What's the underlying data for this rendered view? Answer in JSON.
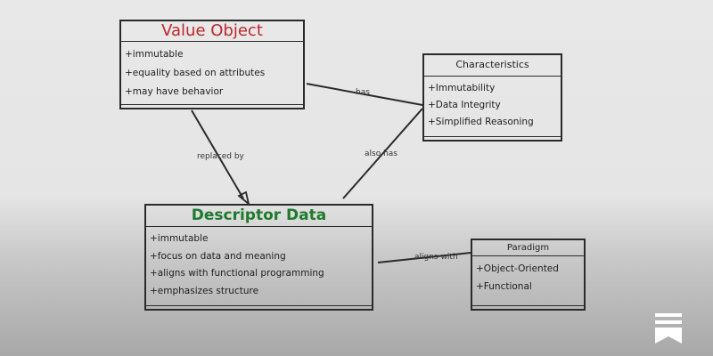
{
  "classes": {
    "value_object": {
      "name": "Value Object",
      "attributes": [
        "+immutable",
        "+equality based on attributes",
        "+may have behavior"
      ]
    },
    "characteristics": {
      "name": "Characteristics",
      "attributes": [
        "+Immutability",
        "+Data Integrity",
        "+Simplified Reasoning"
      ]
    },
    "descriptor_data": {
      "name": "Descriptor Data",
      "attributes": [
        "+immutable",
        "+focus on data and meaning",
        "+aligns with functional programming",
        "+emphasizes structure"
      ]
    },
    "paradigm": {
      "name": "Paradigm",
      "attributes": [
        "+Object-Oriented",
        "+Functional"
      ]
    }
  },
  "relations": {
    "has": "has",
    "replaced_by": "replaced by",
    "also_has": "also has",
    "aligns_with": "aligns with"
  },
  "colors": {
    "value_object_title": "#c0262c",
    "descriptor_data_title": "#1f7a2e",
    "line": "#2a2a2a"
  },
  "icons": [
    "bookmark-icon"
  ]
}
